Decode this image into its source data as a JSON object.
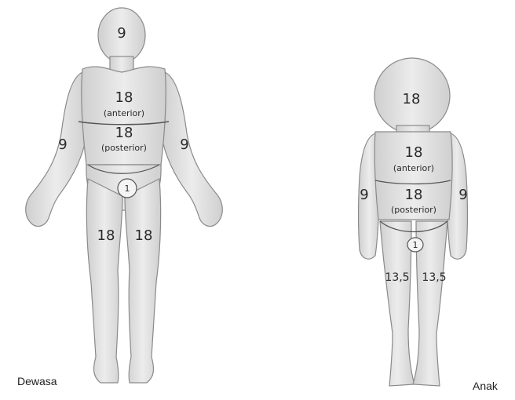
{
  "adult": {
    "caption": "Dewasa",
    "head": "9",
    "torso_value": "18",
    "anterior": "(anterior)",
    "torso_back_value": "18",
    "posterior": "(posterior)",
    "arm_left": "9",
    "arm_right": "9",
    "perineum": "1",
    "leg_left": "18",
    "leg_right": "18"
  },
  "child": {
    "caption": "Anak",
    "head": "18",
    "torso_value": "18",
    "anterior": "(anterior)",
    "torso_back_value": "18",
    "posterior": "(posterior)",
    "arm_left": "9",
    "arm_right": "9",
    "perineum": "1",
    "leg_left": "13,5",
    "leg_right": "13,5"
  },
  "colors": {
    "body_fill": "#dedede",
    "outline": "#8a8a8a",
    "text": "#2a2a2a"
  }
}
